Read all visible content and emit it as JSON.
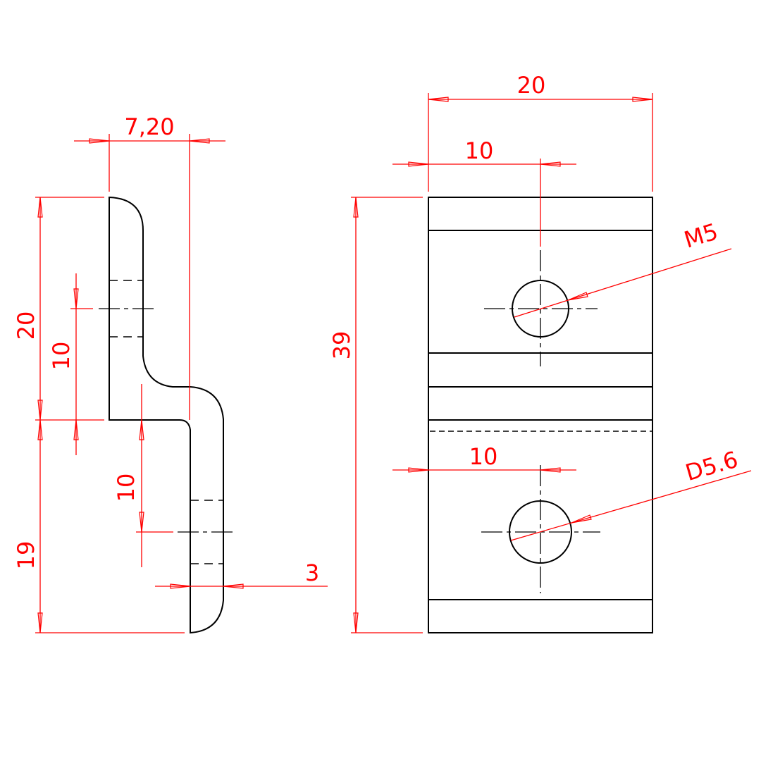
{
  "colors": {
    "dimension": "#ff0000",
    "object": "#000000"
  },
  "side_view": {
    "thickness_offset": "7,20",
    "upper_height": "20",
    "lower_height": "19",
    "upper_hole_offset": "10",
    "lower_hole_offset": "10",
    "thickness": "3"
  },
  "front_view": {
    "width": "20",
    "upper_hole_x": "10",
    "lower_hole_x": "10",
    "height": "39",
    "upper_hole_callout": "M5",
    "lower_hole_callout": "D5.6"
  }
}
